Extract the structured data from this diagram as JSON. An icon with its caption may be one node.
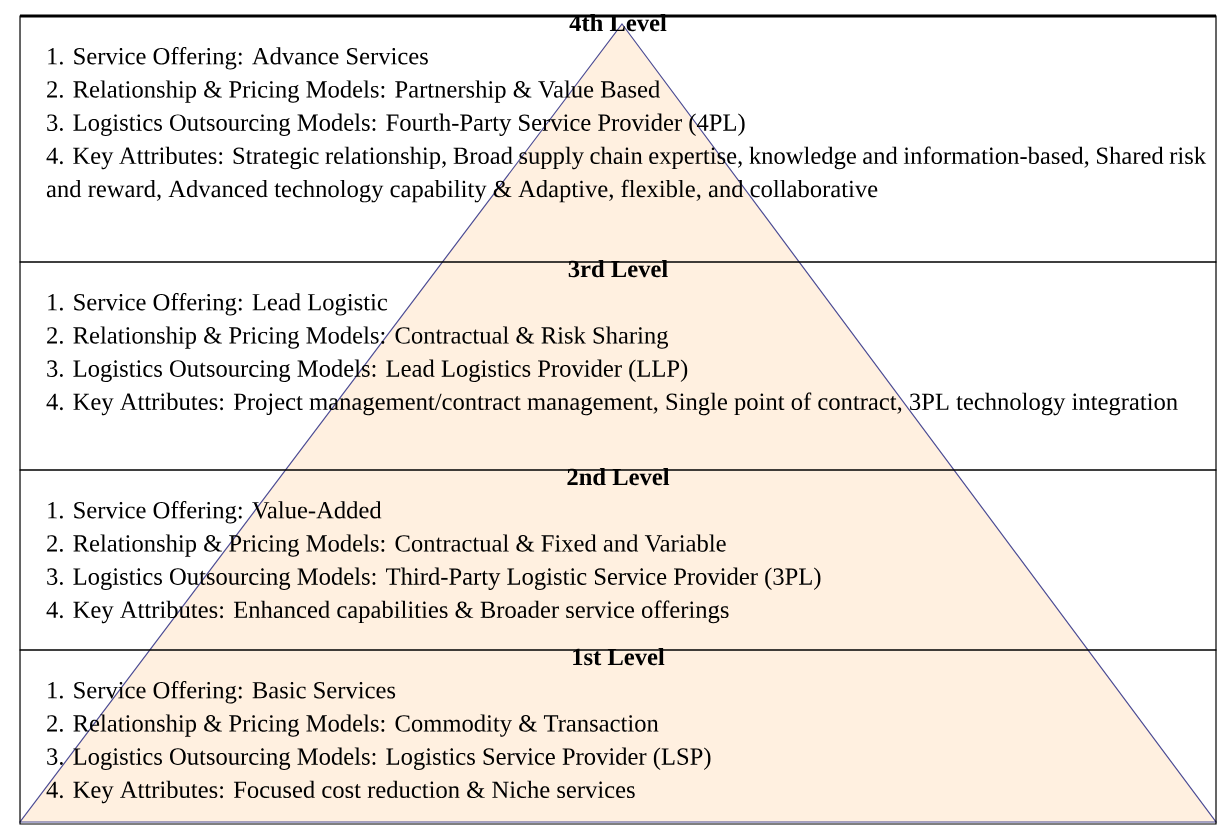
{
  "diagram": {
    "nodes": [
      {
        "text": [
          "4th Level",
          "1. Service Offering: Advance Services",
          "2. Relationship & Pricing Models: Partnership & Value Based",
          "3. Logistics Outsourcing Models: Fourth-Party Service Provider (4PL)",
          "4. Key Attributes: Strategic relationship, Broad supply chain expertise, knowledge and information-based, Shared risk and reward, Advanced technology capability & Adaptive, flexible, and collaborative"
        ]
      },
      {
        "text": [
          "3rd Level",
          "1. Service Offering: Lead Logistic",
          "2. Relationship & Pricing Models: Contractual & Risk Sharing",
          "3. Logistics Outsourcing Models: Lead Logistics Provider (LLP)",
          "4. Key Attributes: Project management/contract management, Single point of contract, 3PL technology integration"
        ]
      },
      {
        "text": [
          "2nd Level",
          "1. Service Offering: Value-Added",
          "2. Relationship & Pricing Models: Contractual & Fixed and Variable",
          "3. Logistics Outsourcing Models: Third-Party Logistic Service Provider (3PL)",
          "4. Key Attributes: Enhanced capabilities & Broader service offerings"
        ]
      },
      {
        "text": [
          "1st Level",
          "1. Service Offering: Basic Services",
          "2. Relationship & Pricing Models: Commodity & Transaction",
          "3. Logistics Outsourcing Models: Logistics Service Provider (LSP)",
          "4. Key Attributes: Focused cost reduction & Niche services"
        ]
      }
    ]
  }
}
